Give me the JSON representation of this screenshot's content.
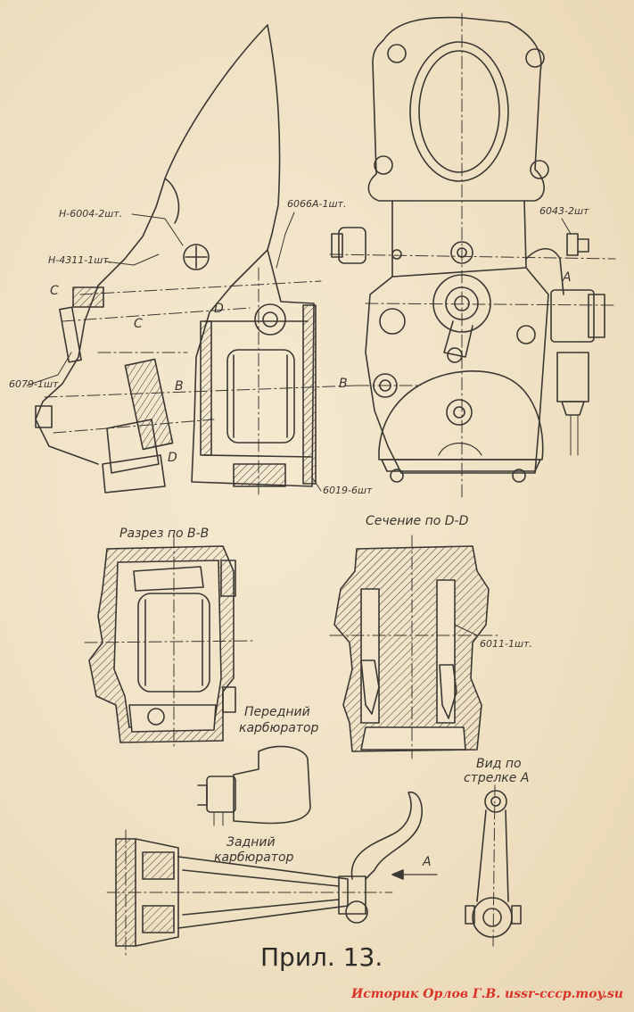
{
  "parts": {
    "h6004": "Н-6004-2шт.",
    "h4311": "Н-4311-1шт.",
    "p6066a": "6066А-1шт.",
    "p6043": "6043-2шт",
    "p6079": "6079-1шт.",
    "p6019": "6019-6шт",
    "p6011": "6011-1шт."
  },
  "sections": {
    "c": "С",
    "d": "D",
    "b": "В",
    "a": "А"
  },
  "views": {
    "section_bb": "Разрез по В-В",
    "section_dd": "Сечение по D-D",
    "front_carb_line1": "Передний",
    "front_carb_line2": "карбюратор",
    "rear_carb_line1": "Задний",
    "rear_carb_line2": "карбюратор",
    "view_a_line1": "Вид по",
    "view_a_line2": "стрелке А"
  },
  "plate_title": "Прил. 13.",
  "footer_credit": "Историк Орлов Г.В. ussr-cccp.moy.su"
}
